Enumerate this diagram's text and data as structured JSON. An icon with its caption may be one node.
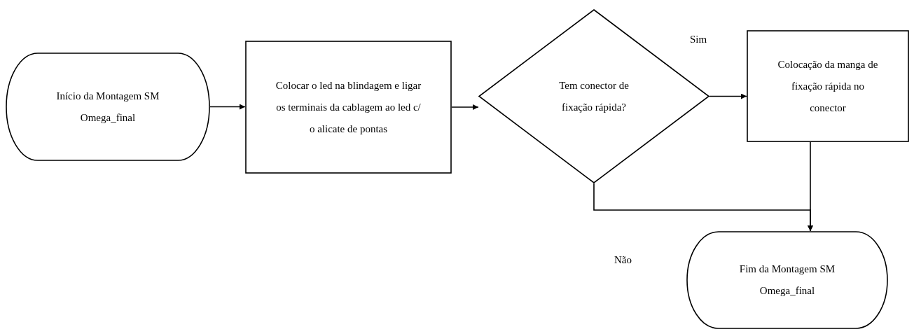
{
  "diagram": {
    "nodes": [
      {
        "text": [
          "Início da Montagem SM Omega_final"
        ]
      },
      {
        "text": [
          "Colocar o led na blindagem e ligar os terminais da cablagem ao led c/ o alicate de pontas"
        ]
      },
      {
        "text": [
          "Tem conector de fixação rápida?"
        ]
      },
      {
        "text": [
          "Colocação da manga de fixação rápida no conector"
        ]
      },
      {
        "text": [
          "Fim da Montagem SM Omega_final"
        ]
      }
    ],
    "edges": [
      {
        "from": 0,
        "to": 1,
        "arrow": "to"
      },
      {
        "from": 1,
        "to": 2,
        "arrow": "to"
      },
      {
        "from": 2,
        "to": 3,
        "arrow": "to"
      },
      {
        "from": 3,
        "to": 4,
        "arrow": "to"
      },
      {
        "from": 2,
        "to": 4,
        "arrow": "to"
      }
    ],
    "labels": [
      "Sim",
      "Não"
    ]
  }
}
